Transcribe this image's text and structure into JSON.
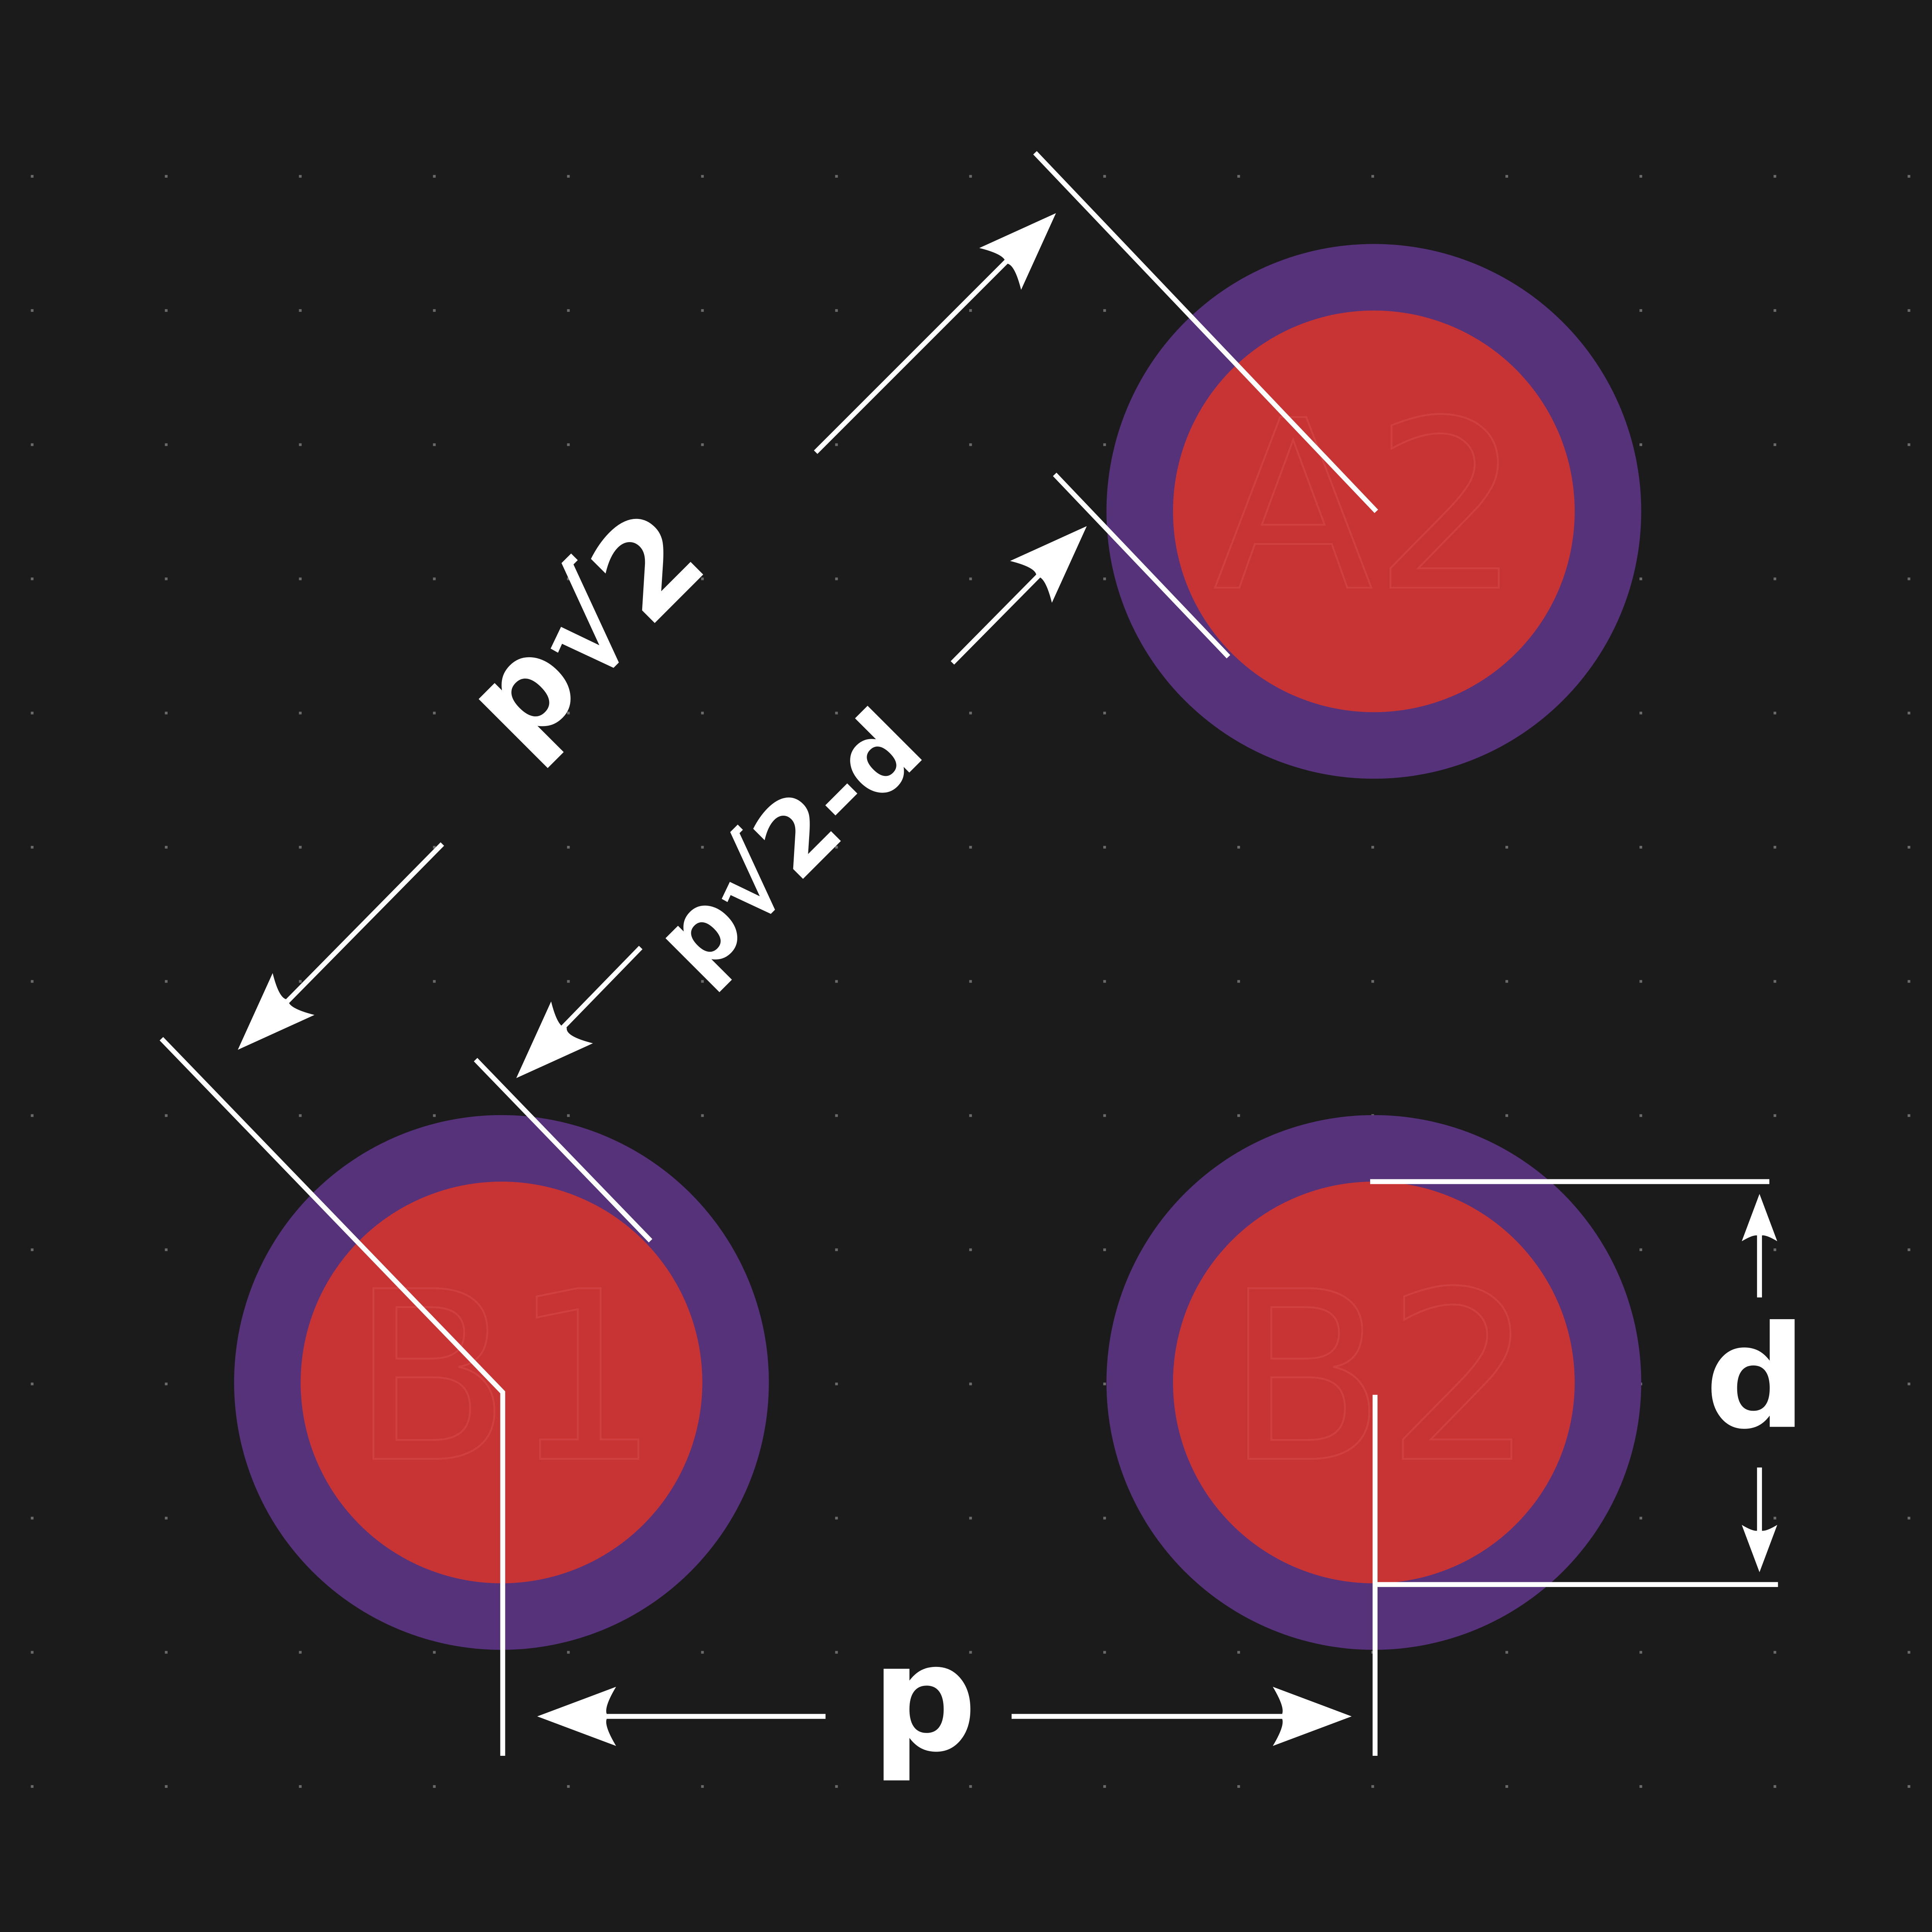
{
  "colors": {
    "background": "#1b1b1b",
    "pad_copper": "#c83434",
    "pad_mask": "#56327a",
    "annotation": "#ffffff",
    "grid_dot": "#6a6a6a"
  },
  "pads": [
    {
      "name": "A2"
    },
    {
      "name": "B1"
    },
    {
      "name": "B2"
    }
  ],
  "dimensions": {
    "diagonal_pitch": "p√2",
    "diagonal_gap": "p√2-d",
    "pitch": "p",
    "diameter": "d"
  }
}
